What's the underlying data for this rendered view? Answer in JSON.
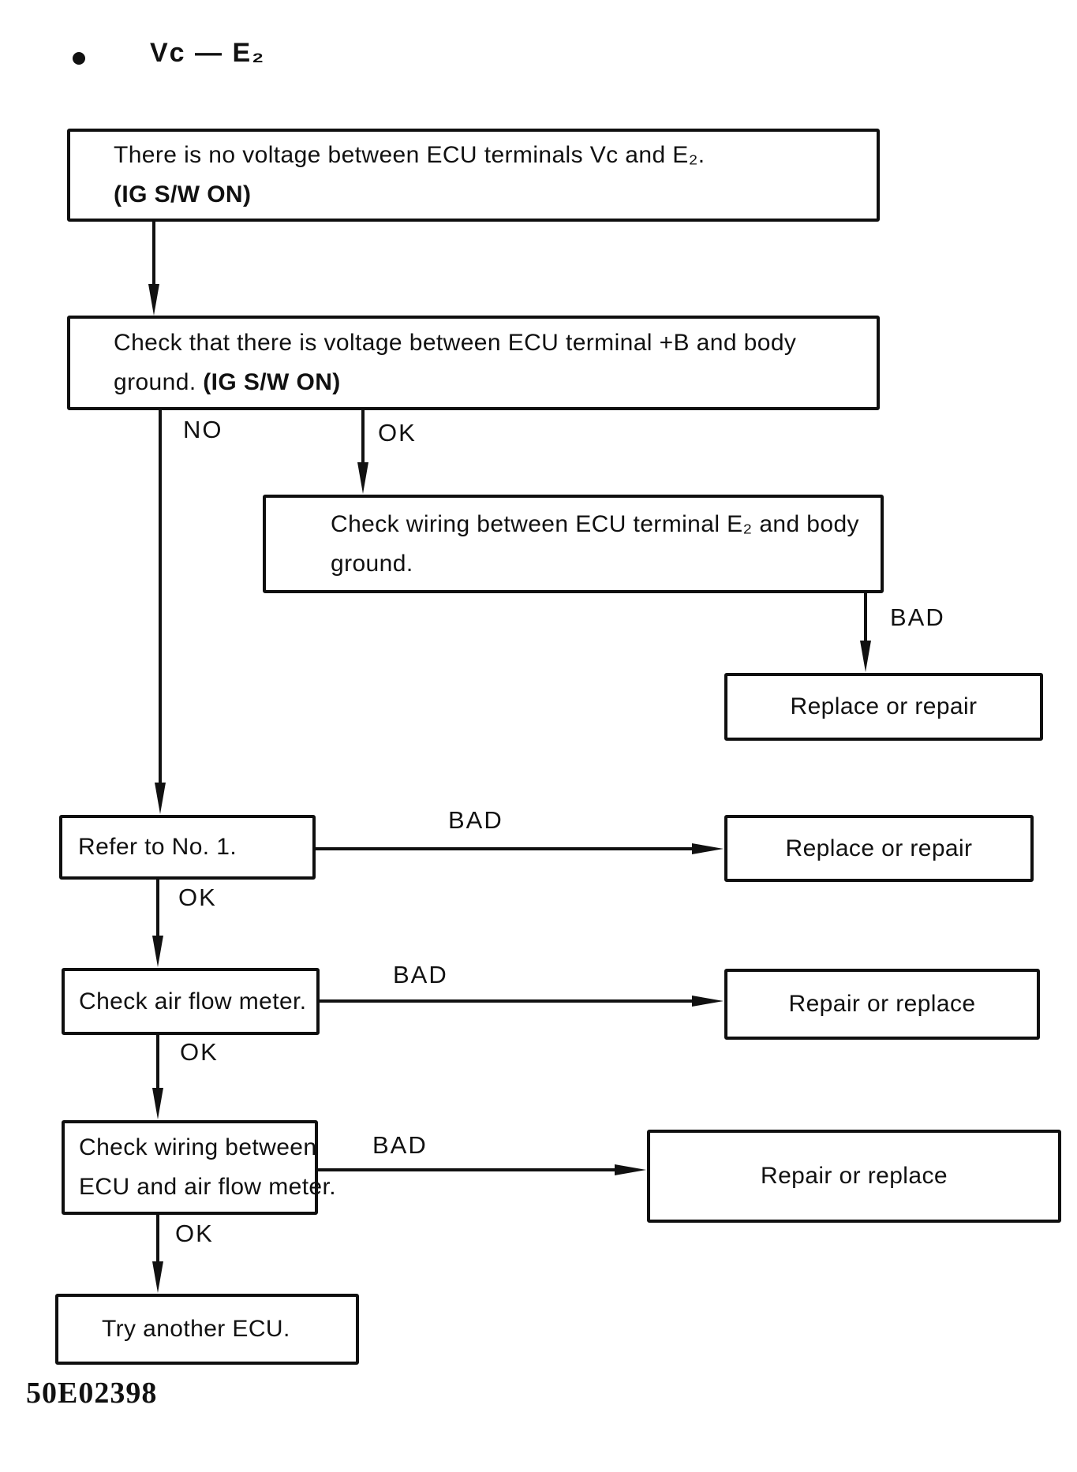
{
  "colors": {
    "ink": "#111111",
    "paper": "#ffffff"
  },
  "header": {
    "title": "Vc — E₂"
  },
  "footer": {
    "figure_code": "50E02398"
  },
  "edge_labels": {
    "no1": "NO",
    "ok1": "OK",
    "bad1": "BAD",
    "bad2": "BAD",
    "ok2": "OK",
    "bad3": "BAD",
    "ok3": "OK",
    "bad4": "BAD",
    "ok4": "OK"
  },
  "nodes": {
    "start": {
      "line1": "There is no voltage between ECU terminals Vc and E₂.",
      "line2": "(IG S/W ON)"
    },
    "check_plus_b": {
      "line1": "Check that there is voltage between ECU terminal +B and body",
      "line2_normal": "ground. ",
      "line2_bold": "(IG S/W ON)"
    },
    "check_e2_wiring": {
      "line1": "Check wiring between ECU terminal E₂ and body",
      "line2": "ground."
    },
    "replace_repair_top": {
      "text": "Replace or repair"
    },
    "refer_no1": {
      "text": "Refer to No. 1."
    },
    "replace_repair_mid": {
      "text": "Replace or repair"
    },
    "check_air_flow": {
      "text": "Check air flow meter."
    },
    "repair_replace_mid": {
      "text": "Repair or replace"
    },
    "check_wiring_afm": {
      "line1": "Check wiring between",
      "line2": "ECU and air flow meter."
    },
    "repair_replace_bottom": {
      "text": "Repair or replace"
    },
    "try_ecu": {
      "text": "Try another ECU."
    }
  }
}
